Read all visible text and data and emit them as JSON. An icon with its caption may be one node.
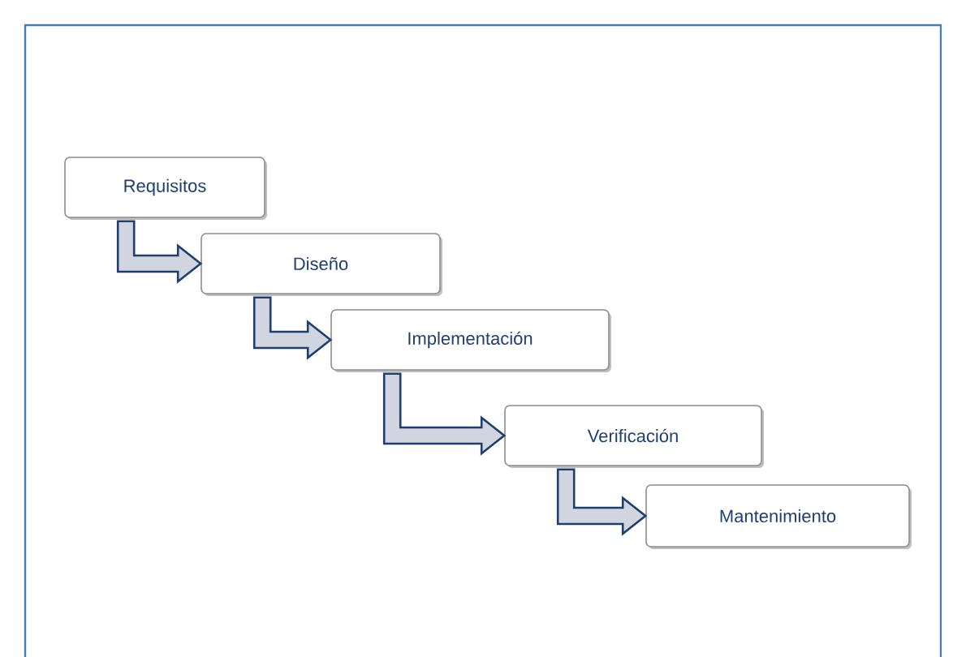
{
  "diagram": {
    "nodes": [
      {
        "text": [
          "Requisitos"
        ]
      },
      {
        "text": [
          "Diseño"
        ]
      },
      {
        "text": [
          "Implementación"
        ]
      },
      {
        "text": [
          "Verificación"
        ]
      },
      {
        "text": [
          "Mantenimiento"
        ]
      }
    ],
    "edges": [
      {
        "from": 0,
        "to": 1,
        "arrow": "to"
      },
      {
        "from": 1,
        "to": 2,
        "arrow": "to"
      },
      {
        "from": 2,
        "to": 3,
        "arrow": "to"
      },
      {
        "from": 3,
        "to": 4,
        "arrow": "to"
      }
    ]
  }
}
